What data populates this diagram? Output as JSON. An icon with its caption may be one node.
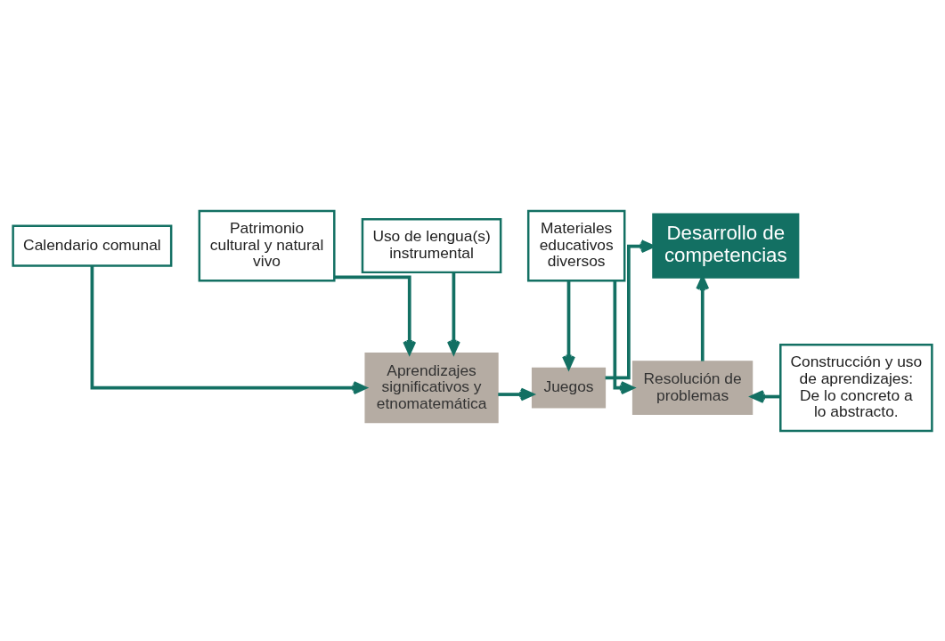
{
  "diagram": {
    "nodes": [
      {
        "text": [
          "Calendario comunal"
        ]
      },
      {
        "text": [
          "Patrimonio cultural y natural vivo"
        ]
      },
      {
        "text": [
          "Desarrollo de competencias"
        ]
      },
      {
        "text": [
          "Aprendizajes significativos y etnomatemática"
        ]
      },
      {
        "text": [
          "Juegos"
        ]
      },
      {
        "text": [
          "Resolución de problemas"
        ]
      },
      {
        "text": [
          "Construcción y uso de aprendizajes: De lo concreto a lo abstracto."
        ]
      },
      {
        "text": [
          "Uso de lengua(s) instrumental"
        ]
      },
      {
        "text": [
          "Materiales educativos diversos"
        ]
      }
    ],
    "edges": [
      {
        "from": 0,
        "to": 3,
        "arrow": "to"
      },
      {
        "from": 1,
        "to": 3,
        "arrow": "to"
      },
      {
        "from": 4,
        "to": 2,
        "arrow": "to"
      },
      {
        "from": 5,
        "to": 2,
        "arrow": "to"
      },
      {
        "from": 3,
        "to": 4,
        "arrow": "to"
      },
      {
        "from": 6,
        "to": 5,
        "arrow": "to"
      },
      {
        "from": 7,
        "to": 3,
        "arrow": "to"
      },
      {
        "from": 8,
        "to": 4,
        "arrow": "to"
      },
      {
        "from": 8,
        "to": 5,
        "arrow": "to"
      }
    ]
  }
}
